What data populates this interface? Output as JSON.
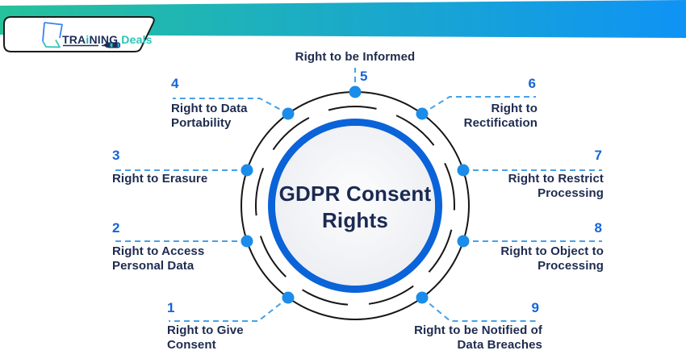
{
  "logo": {
    "brand_part1": "TRA",
    "brand_accent": "i",
    "brand_part2": "NING",
    "brand_part3": "Deals"
  },
  "center": {
    "title": "GDPR Consent Rights"
  },
  "items": [
    {
      "num": "1",
      "lines": [
        "Right to Give",
        "Consent"
      ]
    },
    {
      "num": "2",
      "lines": [
        "Right to Access",
        "Personal Data"
      ]
    },
    {
      "num": "3",
      "lines": [
        "Right to Erasure"
      ]
    },
    {
      "num": "4",
      "lines": [
        "Right to Data",
        "Portability"
      ]
    },
    {
      "num": "5",
      "lines": [
        "Right to be Informed"
      ]
    },
    {
      "num": "6",
      "lines": [
        "Right to",
        "Rectification"
      ]
    },
    {
      "num": "7",
      "lines": [
        "Right to Restrict",
        "Processing"
      ]
    },
    {
      "num": "8",
      "lines": [
        "Right to Object to",
        "Processing"
      ]
    },
    {
      "num": "9",
      "lines": [
        "Right to be Notified of",
        "Data Breaches"
      ]
    }
  ],
  "colors": {
    "header_gradient_start": "#26c29b",
    "header_gradient_end": "#0f93f5",
    "ring_blue": "#0a63d8",
    "node_dot_blue": "#1b8ce9",
    "connector_blue": "#45a2e8",
    "number_blue": "#1565d6",
    "label_navy": "#1e2b4f",
    "title_navy": "#1b2a52",
    "circle_stroke": "#161616",
    "brand_navy": "#1b2d5b",
    "brand_teal": "#13b9b1"
  }
}
